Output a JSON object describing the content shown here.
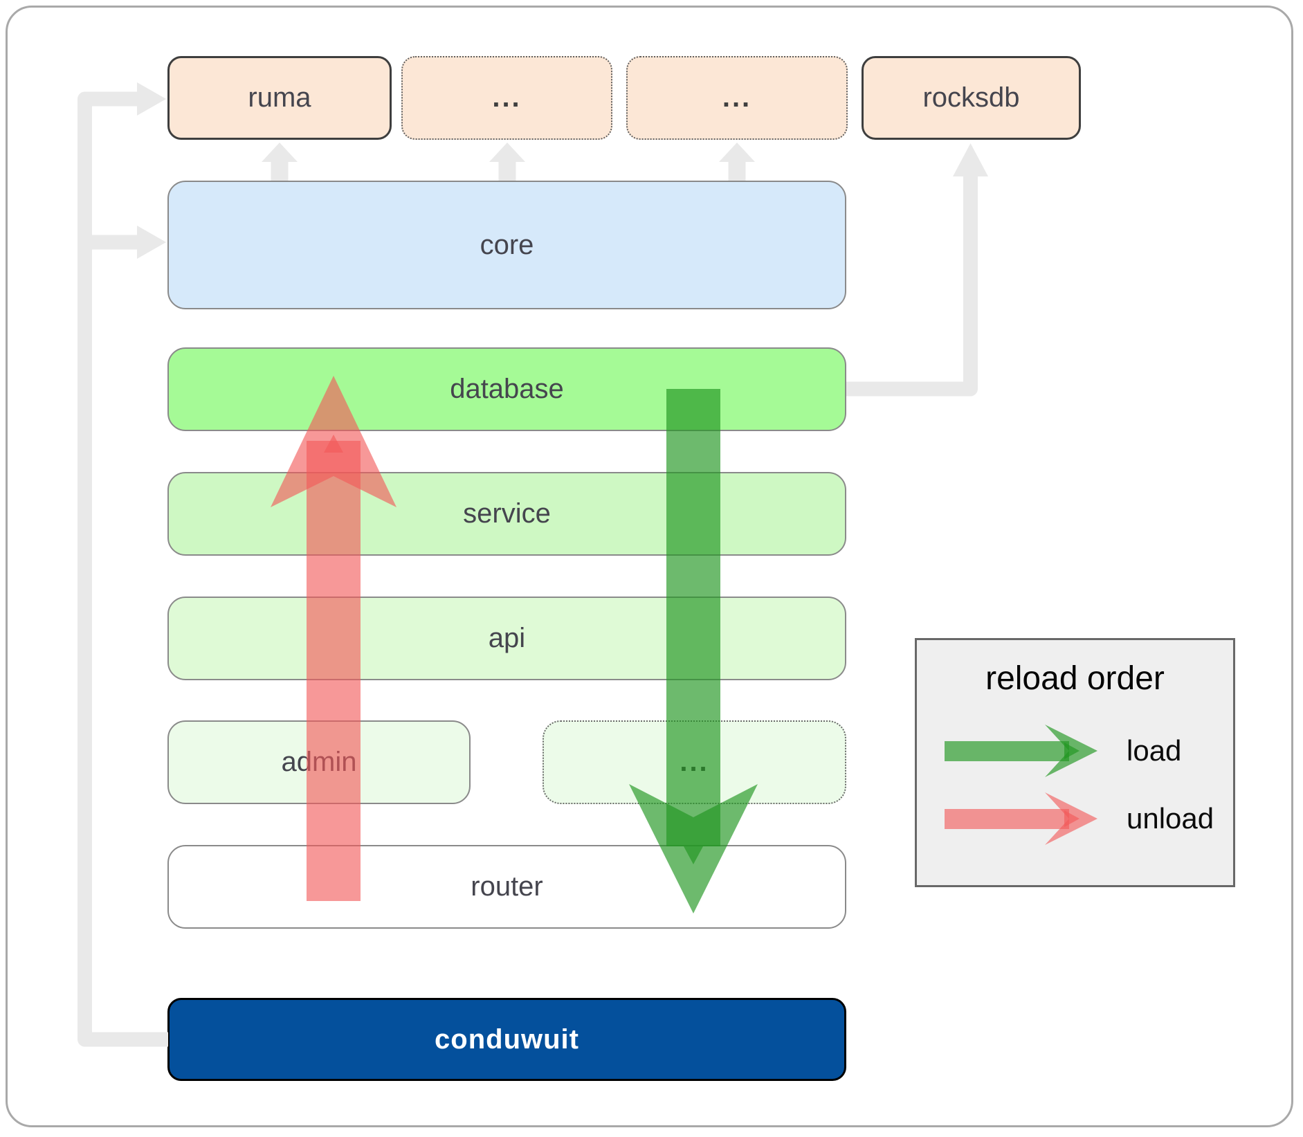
{
  "nodes": {
    "ruma": {
      "label": "ruma"
    },
    "more1": {
      "label": "..."
    },
    "more2": {
      "label": "..."
    },
    "rocksdb": {
      "label": "rocksdb"
    },
    "core": {
      "label": "core"
    },
    "database": {
      "label": "database"
    },
    "service": {
      "label": "service"
    },
    "api": {
      "label": "api"
    },
    "admin": {
      "label": "admin"
    },
    "more3": {
      "label": "..."
    },
    "router": {
      "label": "router"
    },
    "conduwuit": {
      "label": "conduwuit"
    }
  },
  "legend": {
    "title": "reload order",
    "items": [
      {
        "id": "load",
        "label": "load"
      },
      {
        "id": "unload",
        "label": "unload"
      }
    ]
  },
  "colors": {
    "load_green": "#229622",
    "unload_red": "#f25858",
    "connector_gray": "#e9e9e9",
    "peach_fill": "#fce7d6",
    "core_fill": "#d6e9fa",
    "database_fill": "#a5fa96",
    "service_fill": "#cef8c3",
    "api_fill": "#dffad6",
    "admin_fill": "#ecfbe9",
    "conduwuit_fill": "#04509c",
    "label_text": "#45454e"
  }
}
